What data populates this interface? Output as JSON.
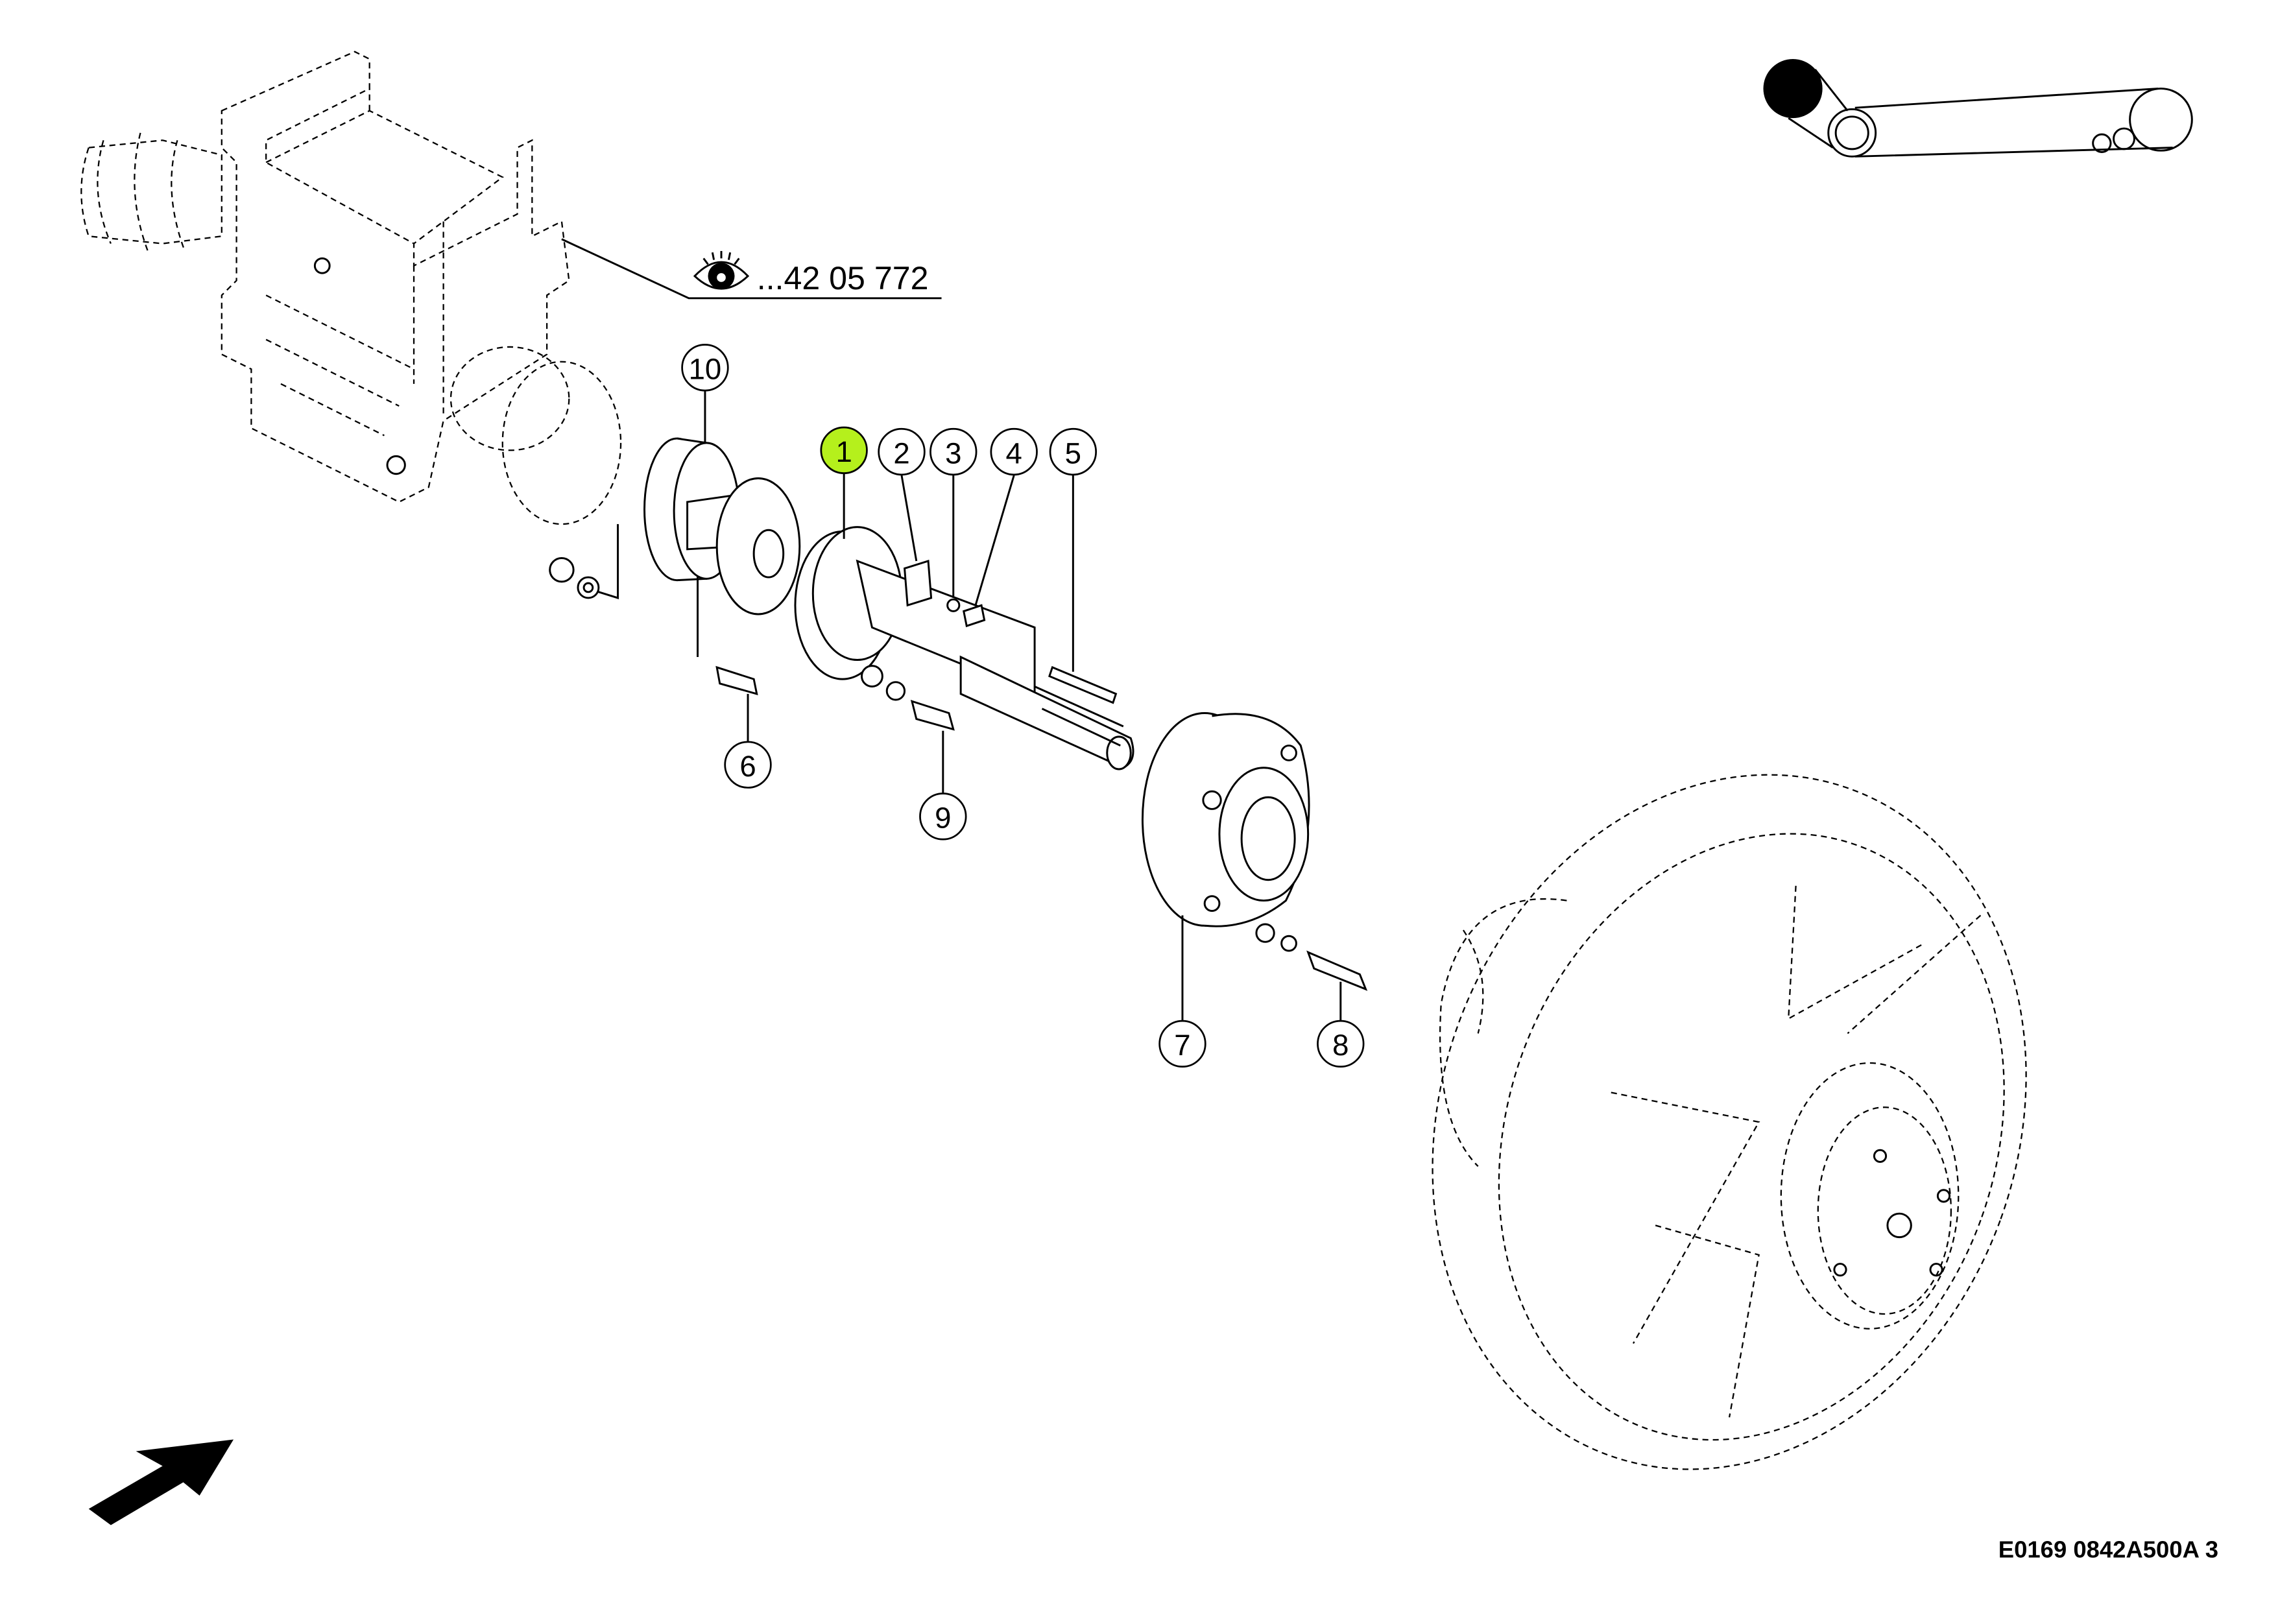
{
  "reference": {
    "icon": "eye-icon",
    "text": "...42 05 772"
  },
  "drawing_code": "E0169 0842A500A 3",
  "highlight_color": "#b5f01c",
  "callouts": [
    {
      "label": "1",
      "highlighted": true
    },
    {
      "label": "2"
    },
    {
      "label": "3"
    },
    {
      "label": "4"
    },
    {
      "label": "5"
    },
    {
      "label": "6"
    },
    {
      "label": "7"
    },
    {
      "label": "8"
    },
    {
      "label": "9"
    },
    {
      "label": "10"
    }
  ]
}
